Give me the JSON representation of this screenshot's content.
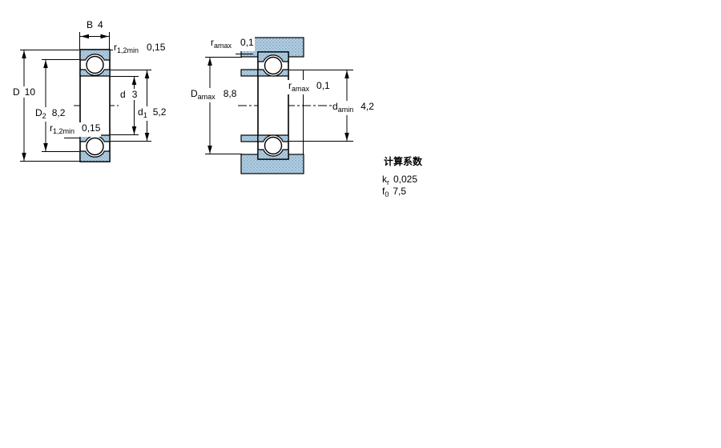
{
  "colors": {
    "steel_fill": "#b2cde0",
    "steel_dot": "#7ba6c6",
    "line": "#000000"
  },
  "main_view": {
    "width": {
      "symbol": "B",
      "value": "4"
    },
    "chamfer_top": {
      "symbol": "r",
      "sub": "1,2min",
      "value": "0,15"
    },
    "outer_diameter": {
      "symbol": "D",
      "value": "10"
    },
    "outer_shoulder": {
      "symbol": "D",
      "sub": "2",
      "value": "8,2"
    },
    "chamfer_bottom": {
      "symbol": "r",
      "sub": "1,2min",
      "value": "0,15"
    },
    "bore": {
      "symbol": "d",
      "value": "3"
    },
    "inner_shoulder": {
      "symbol": "d",
      "sub": "1",
      "value": "5,2"
    }
  },
  "mounting_view": {
    "fillet_top": {
      "symbol": "r",
      "sub": "amax",
      "value": "0,1"
    },
    "housing_shoulder": {
      "symbol": "D",
      "sub": "amax",
      "value": "8,8"
    },
    "fillet_mid": {
      "symbol": "r",
      "sub": "amax",
      "value": "0,1"
    },
    "shaft_shoulder": {
      "symbol": "d",
      "sub": "amin",
      "value": "4,2"
    }
  },
  "calculation_factors": {
    "title": "计算系数",
    "rows": [
      {
        "symbol": "k",
        "sub": "r",
        "value": "0,025"
      },
      {
        "symbol": "f",
        "sub": "0",
        "value": "7,5"
      }
    ]
  }
}
